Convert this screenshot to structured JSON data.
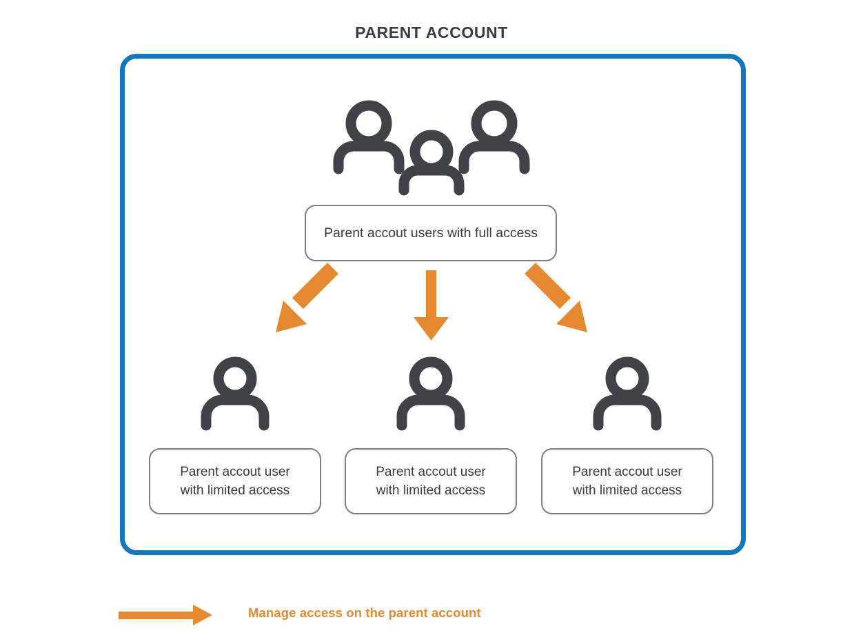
{
  "page": {
    "title": "PARENT ACCOUNT",
    "background_color": "#ffffff"
  },
  "colors": {
    "frame_blue": "#1277bc",
    "arrow_orange": "#e4892f",
    "icon_gray": "#414249",
    "box_border_gray": "#7b7d85",
    "text_dark": "#38393f",
    "title_dark": "#3b3d44"
  },
  "frame": {
    "name": "parent-account-container",
    "border_color": "#1277bc"
  },
  "nodes": {
    "parent_full": {
      "icon": "group-users-icon",
      "label": "Parent accout users with full access"
    },
    "children": [
      {
        "icon": "user-icon",
        "label": "Parent accout user\nwith limited access",
        "line1": "Parent accout user",
        "line2": "with limited access"
      },
      {
        "icon": "user-icon",
        "label": "Parent accout user\nwith limited access",
        "line1": "Parent accout user",
        "line2": "with limited access"
      },
      {
        "icon": "user-icon",
        "label": "Parent accout user\nwith limited access",
        "line1": "Parent accout user",
        "line2": "with limited access"
      }
    ]
  },
  "connectors": [
    {
      "name": "arrow-to-child-left",
      "direction": "down-left",
      "color": "#e4892f"
    },
    {
      "name": "arrow-to-child-center",
      "direction": "down",
      "color": "#e4892f"
    },
    {
      "name": "arrow-to-child-right",
      "direction": "down-right",
      "color": "#e4892f"
    }
  ],
  "legend": {
    "arrow_icon": "right-arrow-icon",
    "arrow_color": "#e4892f",
    "label": "Manage access on the parent account"
  }
}
